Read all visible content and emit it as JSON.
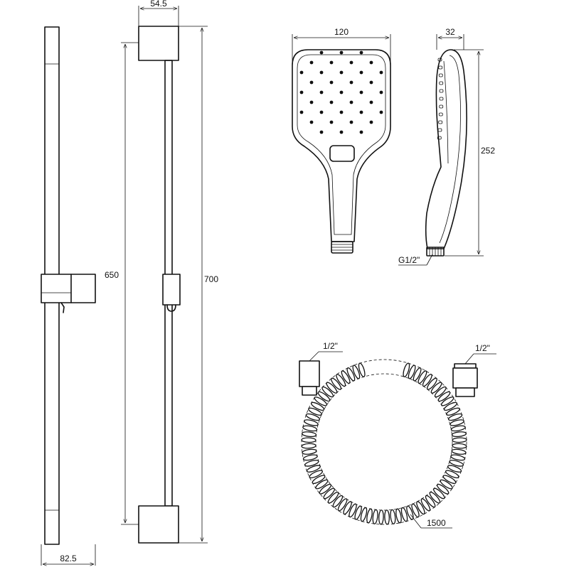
{
  "drawing": {
    "dimensions": {
      "bracket_width": "54.5",
      "rail_length": "650",
      "total_height": "700",
      "base_width": "82.5",
      "head_width": "120",
      "head_depth": "32",
      "handshower_length": "252",
      "connector_thread": "G1/2\"",
      "hose_end_left": "1/2\"",
      "hose_end_right": "1/2\"",
      "hose_length": "1500"
    }
  }
}
